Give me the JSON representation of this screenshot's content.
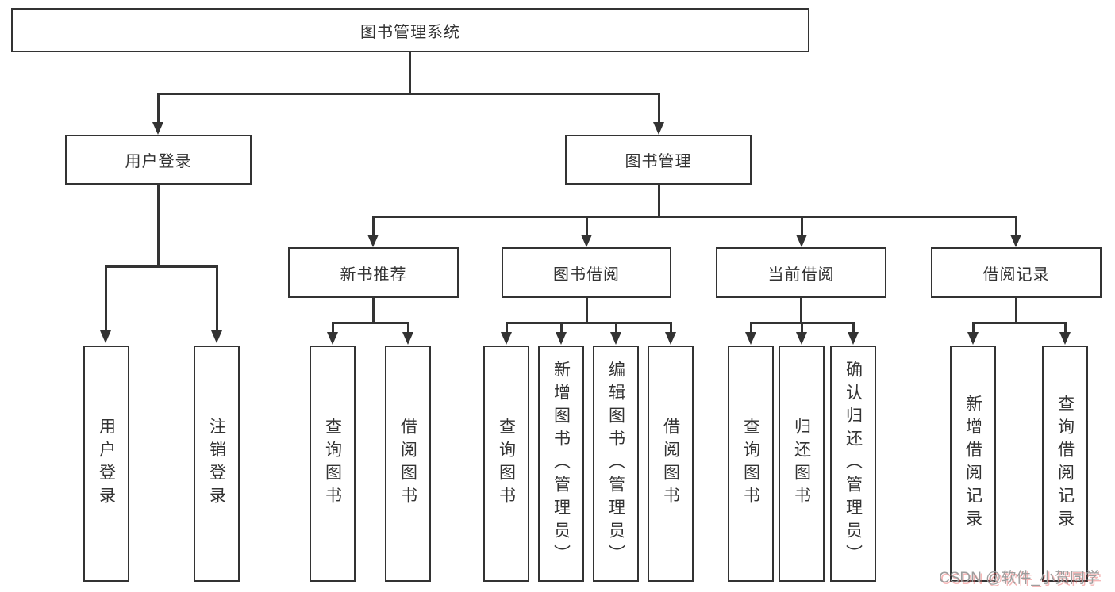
{
  "diagram": {
    "root": {
      "label": "图书管理系统"
    },
    "level2": [
      {
        "label": "用户登录"
      },
      {
        "label": "图书管理"
      }
    ],
    "level3": [
      {
        "label": "新书推荐"
      },
      {
        "label": "图书借阅"
      },
      {
        "label": "当前借阅"
      },
      {
        "label": "借阅记录"
      }
    ],
    "leaves": {
      "user_login": [
        {
          "label": "用户登录"
        },
        {
          "label": "注销登录"
        }
      ],
      "new_book_recommend": [
        {
          "label": "查询图书"
        },
        {
          "label": "借阅图书"
        }
      ],
      "book_borrow": [
        {
          "label": "查询图书"
        },
        {
          "label": "新增图书（管理员）"
        },
        {
          "label": "编辑图书（管理员）"
        },
        {
          "label": "借阅图书"
        }
      ],
      "current_borrow": [
        {
          "label": "查询图书"
        },
        {
          "label": "归还图书"
        },
        {
          "label": "确认归还（管理员）"
        }
      ],
      "borrow_records": [
        {
          "label": "新增借阅记录"
        },
        {
          "label": "查询借阅记录"
        }
      ]
    }
  },
  "watermark": {
    "text": "CSDN @软件_小贺同学"
  },
  "colors": {
    "line": "#333333",
    "text": "#333333",
    "background": "#ffffff",
    "watermark_text": "#9d9d9d",
    "watermark_shadow": "#eb6060"
  }
}
